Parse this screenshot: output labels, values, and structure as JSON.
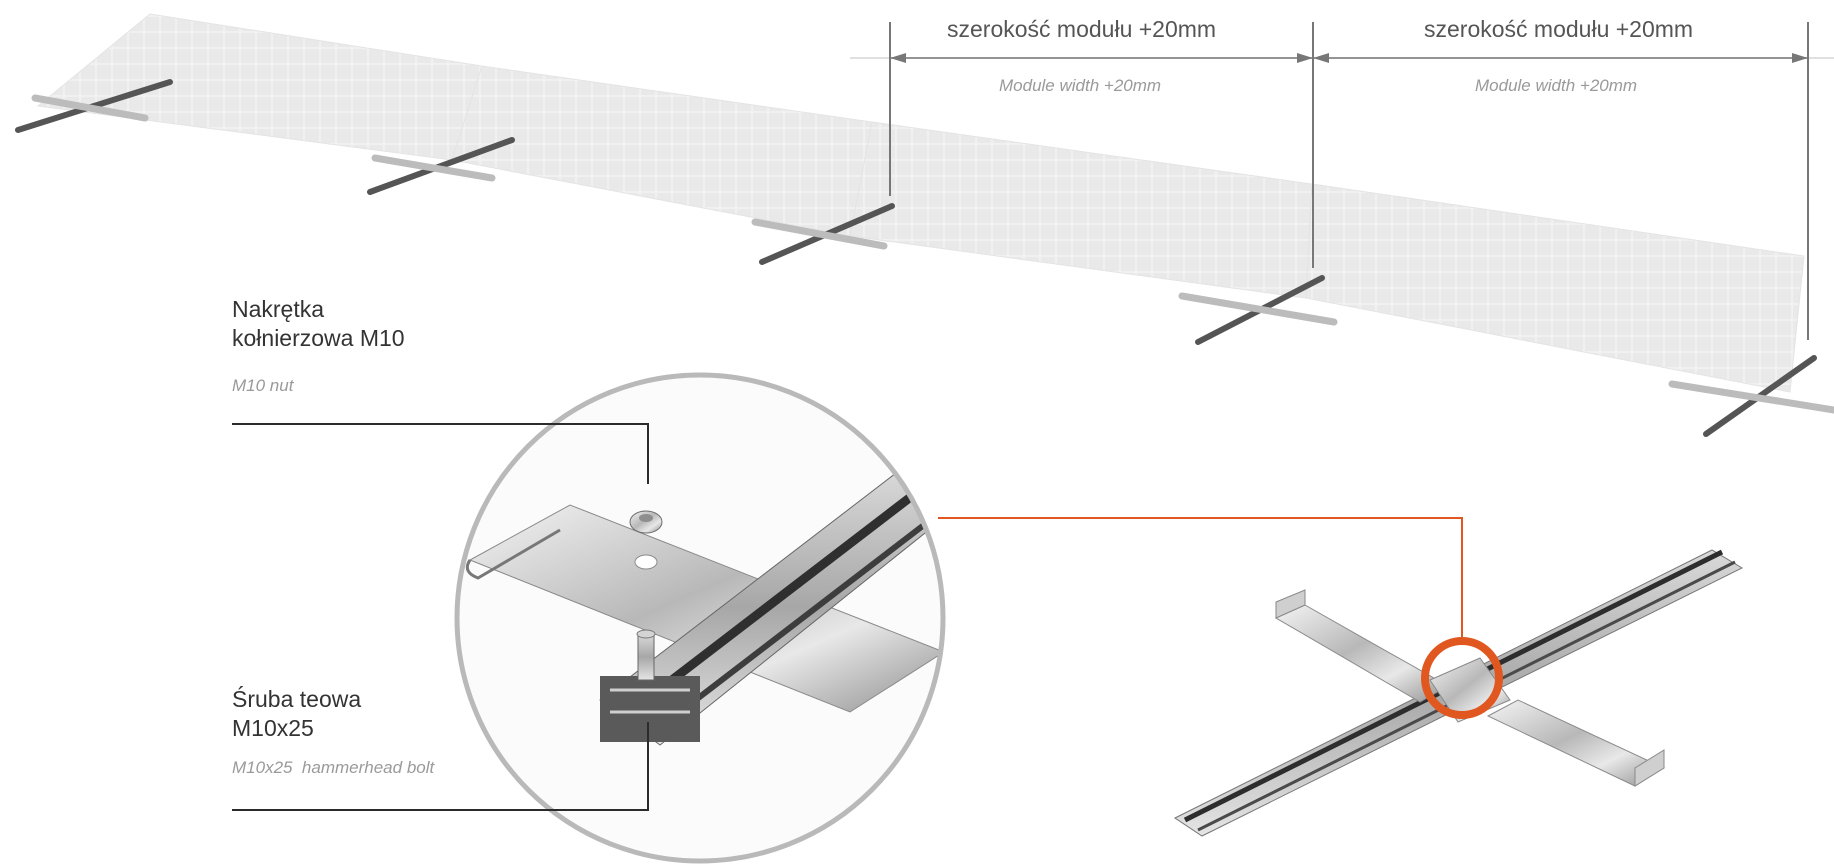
{
  "dimensions": [
    {
      "label_pl": "szerokość modułu +20mm",
      "label_en": "Module width +20mm"
    },
    {
      "label_pl": "szerokość modułu +20mm",
      "label_en": "Module width +20mm"
    }
  ],
  "callouts": {
    "nut": {
      "line1": "Nakrętka",
      "line2": "kołnierzowa M10",
      "en": "M10 nut"
    },
    "bolt": {
      "line1": "Śruba teowa",
      "line2": "M10x25",
      "en": "M10x25  hammerhead bolt"
    }
  },
  "colors": {
    "accent": "#e0581f",
    "line": "#2b2b2b",
    "dimension_line": "#777777",
    "panel": "#ededed",
    "zoom_ring": "#b9b9b9"
  }
}
